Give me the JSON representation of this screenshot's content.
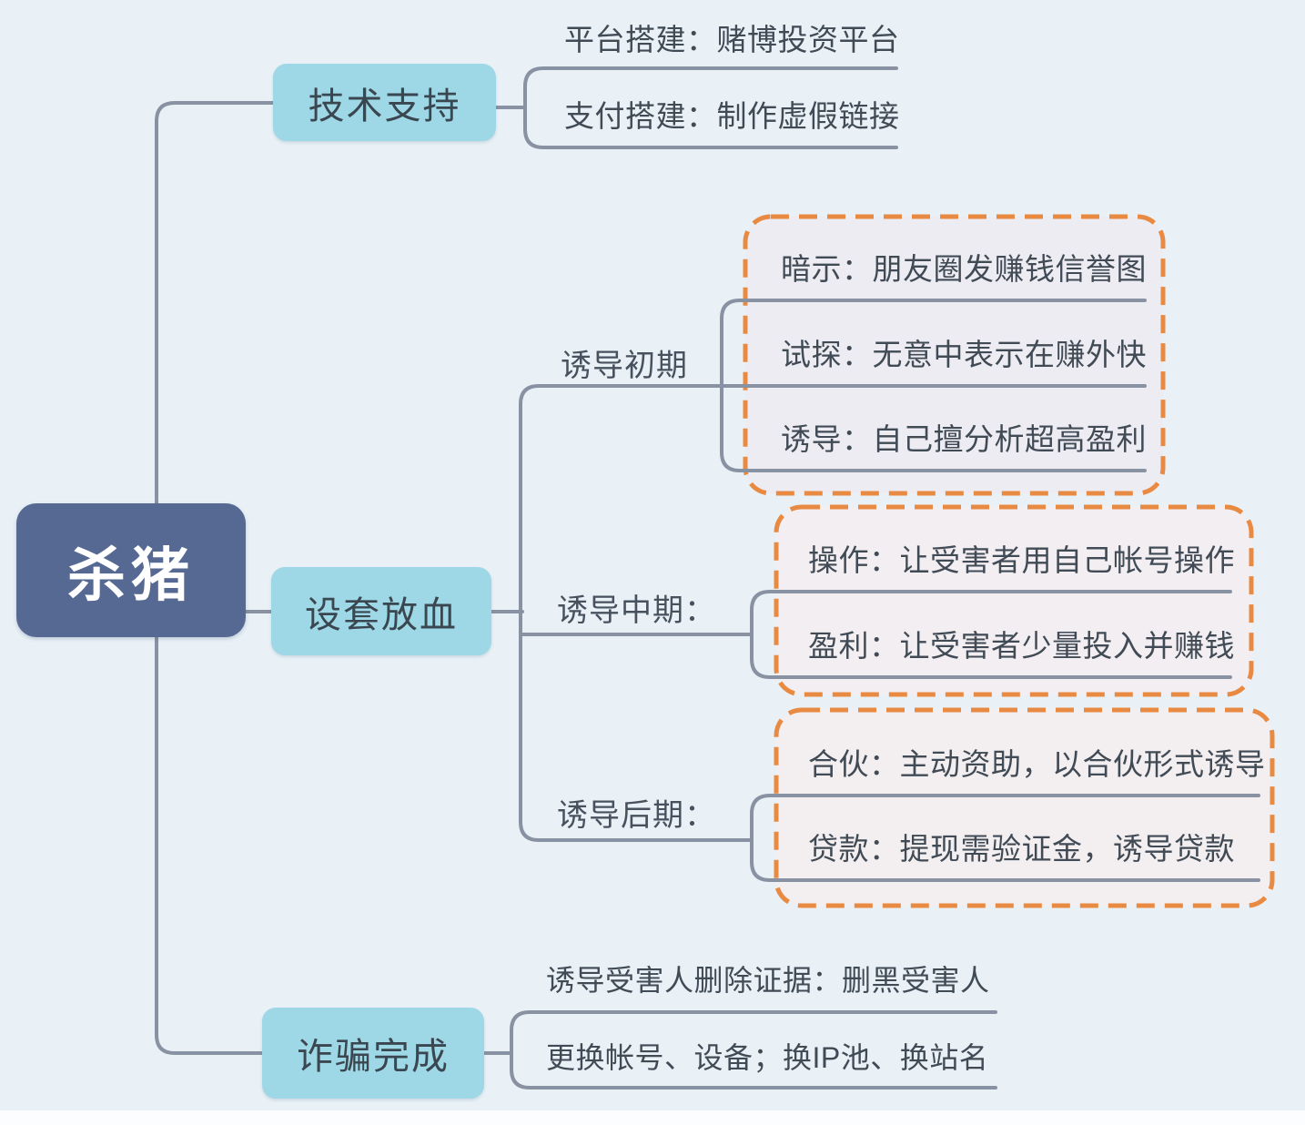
{
  "diagram": {
    "root": {
      "label": "杀猪"
    },
    "branches": [
      {
        "label": "技术支持",
        "children": [
          "平台搭建：赌博投资平台",
          "支付搭建：制作虚假链接"
        ]
      },
      {
        "label": "设套放血",
        "groups": [
          {
            "label": "诱导初期",
            "items": [
              "暗示：朋友圈发赚钱信誉图",
              "试探：无意中表示在赚外快",
              "诱导：自己擅分析超高盈利"
            ]
          },
          {
            "label": "诱导中期：",
            "items": [
              "操作：让受害者用自己帐号操作",
              "盈利：让受害者少量投入并赚钱"
            ]
          },
          {
            "label": "诱导后期：",
            "items": [
              "合伙：主动资助，以合伙形式诱导",
              "贷款：提现需验证金，诱导贷款"
            ]
          }
        ]
      },
      {
        "label": "诈骗完成",
        "children": [
          "诱导受害人删除证据：删黑受害人",
          "更换帐号、设备；换IP池、换站名"
        ]
      }
    ],
    "colors": {
      "background": "#e9f1f7",
      "root_fill": "#566992",
      "root_text": "#ffffff",
      "branch_fill": "#9ed8e6",
      "branch_text": "#3a4750",
      "connector": "#8992a2",
      "dashed_border": "#e88a42",
      "group_fill_1": "#eeecf3",
      "group_fill_2": "#f3eef2",
      "group_fill_3": "#f3eef0",
      "leaf_text": "#414b55"
    }
  }
}
